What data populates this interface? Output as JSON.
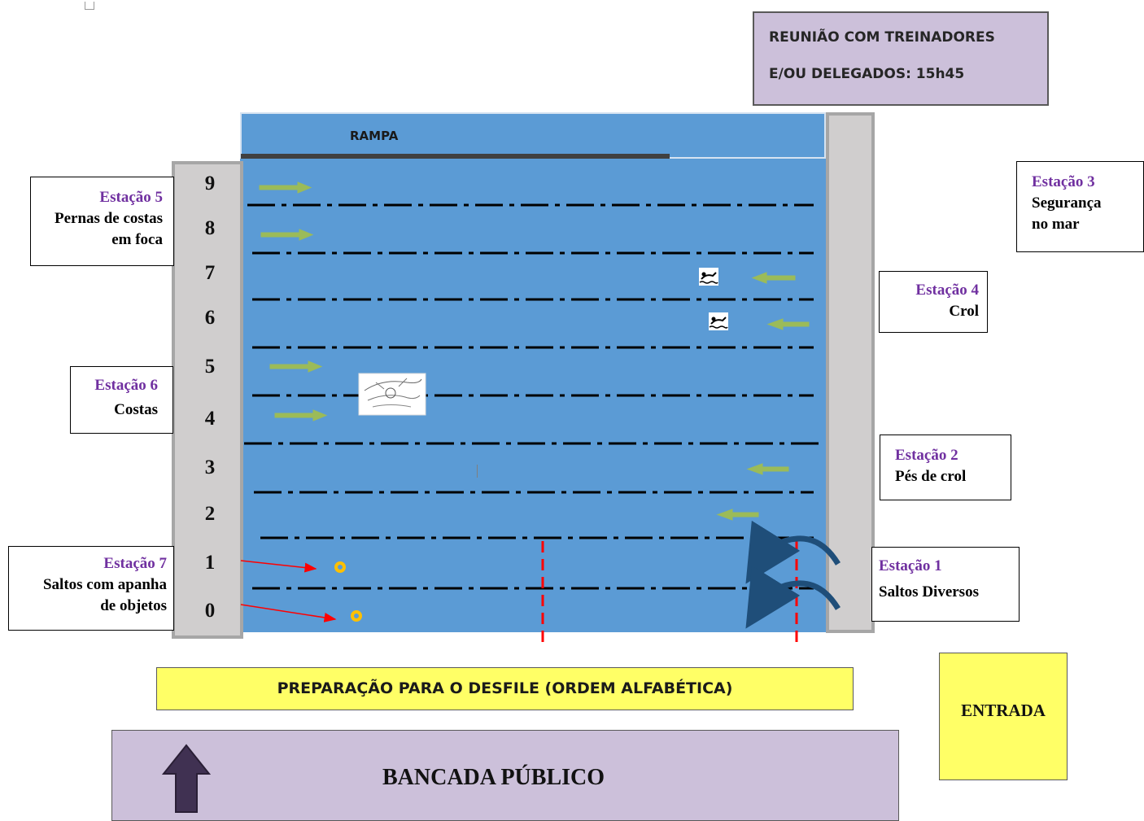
{
  "meeting": {
    "line1": "REUNIÃO COM TREINADORES",
    "line2": "E/OU DELEGADOS: 15h45"
  },
  "pool": {
    "ramp_label": "RAMPA",
    "lane_numbers": [
      "9",
      "8",
      "7",
      "6",
      "5",
      "4",
      "3",
      "2",
      "1",
      "0"
    ]
  },
  "stations": {
    "s5": {
      "title": "Estação 5",
      "line1": "Pernas de costas",
      "line2": "em foca"
    },
    "s6": {
      "title": "Estação 6",
      "line1": "Costas"
    },
    "s7": {
      "title": "Estação 7",
      "line1": "Saltos com apanha",
      "line2": "de objetos"
    },
    "s3": {
      "title": "Estação 3",
      "line1": "Segurança",
      "line2": "no mar"
    },
    "s4": {
      "title": "Estação 4",
      "line1": "Crol"
    },
    "s2": {
      "title": "Estação 2",
      "line1": "Pés de crol"
    },
    "s1": {
      "title": "Estação 1",
      "line1": "Saltos Diversos"
    }
  },
  "desfile": "PREPARAÇÃO PARA O DESFILE (ORDEM ALFABÉTICA)",
  "entrada": "ENTRADA",
  "bancada": "BANCADA PÚBLICO",
  "colors": {
    "water": "#5b9bd5",
    "wall": "#d0cece",
    "lilac": "#ccc0da",
    "yellow": "#ffff66",
    "station_title": "#7030a0",
    "arrow_green": "#9bbb59",
    "red_marks": "#ff0000",
    "ring": "#ffc000",
    "up_arrow": "#403152",
    "jump_arc": "#1f4e79"
  },
  "icons": {
    "swimmer": "swimmer-icon",
    "drawing": "swimmer-drawing-icon",
    "up_arrow": "up-arrow-icon"
  }
}
